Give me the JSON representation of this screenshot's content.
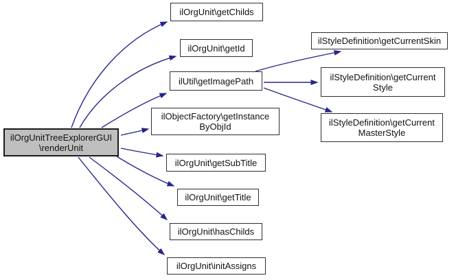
{
  "diagram": {
    "type": "doxygen-call-graph",
    "background_color": "#ffffff",
    "edge_color": "#26268b",
    "node_fill_color": "#ffffff",
    "node_border_color": "#2e2e2e",
    "highlight_fill_color": "#bfbfbf",
    "nodes": {
      "renderUnit": {
        "lines": [
          "ilOrgUnitTreeExplorerGUI",
          "\\renderUnit"
        ],
        "highlighted": true
      },
      "getChilds": {
        "lines": [
          "ilOrgUnit\\getChilds"
        ],
        "highlighted": false
      },
      "getId": {
        "lines": [
          "ilOrgUnit\\getId"
        ],
        "highlighted": false
      },
      "getImagePath": {
        "lines": [
          "ilUtil\\getImagePath"
        ],
        "highlighted": false
      },
      "getInstanceByObjId": {
        "lines": [
          "ilObjectFactory\\getInstance",
          "ByObjId"
        ],
        "highlighted": false
      },
      "getSubTitle": {
        "lines": [
          "ilOrgUnit\\getSubTitle"
        ],
        "highlighted": false
      },
      "getTitle": {
        "lines": [
          "ilOrgUnit\\getTitle"
        ],
        "highlighted": false
      },
      "hasChilds": {
        "lines": [
          "ilOrgUnit\\hasChilds"
        ],
        "highlighted": false
      },
      "initAssigns": {
        "lines": [
          "ilOrgUnit\\initAssigns"
        ],
        "highlighted": false
      },
      "getCurrentSkin": {
        "lines": [
          "ilStyleDefinition\\getCurrentSkin"
        ],
        "highlighted": false
      },
      "getCurrentStyle": {
        "lines": [
          "ilStyleDefinition\\getCurrent",
          "Style"
        ],
        "highlighted": false
      },
      "getCurrentMasterStyle": {
        "lines": [
          "ilStyleDefinition\\getCurrent",
          "MasterStyle"
        ],
        "highlighted": false
      }
    },
    "edges": [
      {
        "from": "renderUnit",
        "to": "getChilds"
      },
      {
        "from": "renderUnit",
        "to": "getId"
      },
      {
        "from": "renderUnit",
        "to": "getImagePath"
      },
      {
        "from": "renderUnit",
        "to": "getInstanceByObjId"
      },
      {
        "from": "renderUnit",
        "to": "getSubTitle"
      },
      {
        "from": "renderUnit",
        "to": "getTitle"
      },
      {
        "from": "renderUnit",
        "to": "hasChilds"
      },
      {
        "from": "renderUnit",
        "to": "initAssigns"
      },
      {
        "from": "getImagePath",
        "to": "getCurrentSkin"
      },
      {
        "from": "getImagePath",
        "to": "getCurrentStyle"
      },
      {
        "from": "getImagePath",
        "to": "getCurrentMasterStyle"
      }
    ]
  }
}
